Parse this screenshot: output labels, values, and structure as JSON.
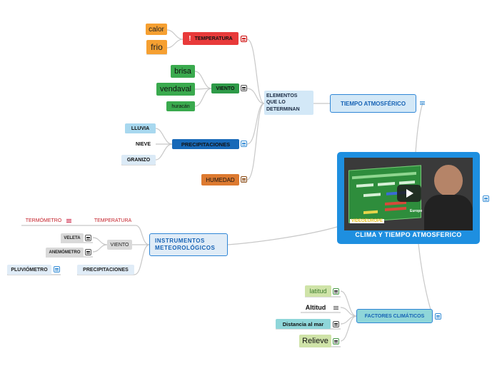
{
  "central": {
    "title": "CLIMA Y TIEMPO ATMOSFERICO",
    "video_brand": "VIDEOEUROPE",
    "video_logo": "Europe"
  },
  "branches": {
    "tiempo": {
      "label": "TIEMPO ATMOSFÉRICO",
      "elementos": "ELEMENTOS\nQUE LO\nDETERMINAN",
      "temperatura": {
        "label": "TEMPERATURA",
        "items": [
          "calor",
          "frio"
        ]
      },
      "viento": {
        "label": "VIENTO",
        "items": [
          "brisa",
          "vendaval",
          "huracán"
        ]
      },
      "precipitaciones": {
        "label": "PRECIPITACIONES",
        "items": [
          "LLUVIA",
          "NIEVE",
          "GRANIZO"
        ]
      },
      "humedad": {
        "label": "HUMEDAD"
      }
    },
    "instrumentos": {
      "label": "INSTRUMENTOS\nMETEOROLÓGICOS",
      "temperatura": {
        "label": "TEMPERATURA",
        "items": [
          "TERMÓMETRO"
        ]
      },
      "viento": {
        "label": "VIENTO",
        "items": [
          "VELETA",
          "ANEMÓMETRO"
        ]
      },
      "precipitaciones": {
        "label": "PRECIPITACIONES",
        "items": [
          "PLUVIÓMETRO"
        ]
      }
    },
    "factores": {
      "label": "FACTORES  CLIMÁTICOS",
      "items": [
        "latitud",
        "Altitud",
        "Distancia al mar",
        "Relieve"
      ]
    }
  },
  "colors": {
    "central": "#1e8fe0",
    "tiempo_fill": "#d3e8f7",
    "tiempo_border": "#2f86d6",
    "instr_fill": "#e0ecf7",
    "instr_border": "#2f86d6",
    "factores_fill": "#8fd6d9",
    "factores_border": "#2f86d6",
    "temperatura": "#e83a3a",
    "viento": "#2e9a48",
    "precipitaciones": "#1869b8",
    "humedad": "#dd7a30",
    "calor_frio": "#f6a031",
    "green_leaf": "#3aaa4e",
    "light_blue_leaf": "#a8d8ef",
    "link": "#c9c9c9"
  }
}
